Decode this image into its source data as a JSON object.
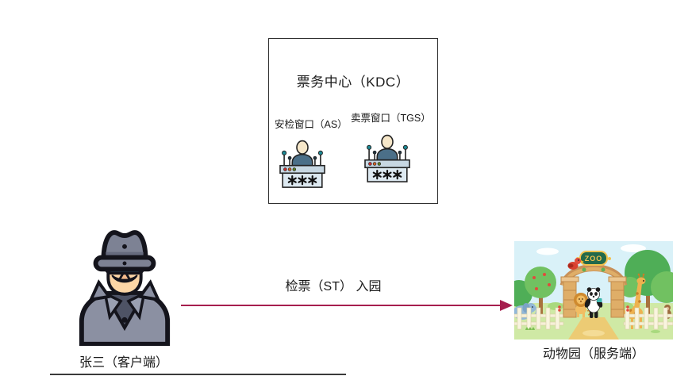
{
  "kdc": {
    "title": "票务中心（KDC）",
    "as_label": "安检窗口（AS）",
    "tgs_label": "卖票窗口（TGS）",
    "desk_display_text": "***"
  },
  "client": {
    "label": "张三（客户端）"
  },
  "server": {
    "label": "动物园（服务端）",
    "zoo_sign": "ZOO"
  },
  "arrow": {
    "label": "检票（ST） 入园",
    "color": "#a61e4e"
  },
  "colors": {
    "kdc_border": "#2f2f2f",
    "desk_body": "#dde9f1",
    "desk_strip": "#c7d7e2",
    "clerk_shirt": "#4b6f88",
    "indicator_red": "#c62b2b",
    "indicator_orange": "#cf5f24",
    "indicator_green": "#5d7d22",
    "spy_gray": "#8b90a2",
    "visor_blue": "#57c3f1",
    "zoo_sign_green": "#23694b",
    "zoo_sign_yellow": "#f3c24f",
    "text": "#1a1a1a"
  }
}
